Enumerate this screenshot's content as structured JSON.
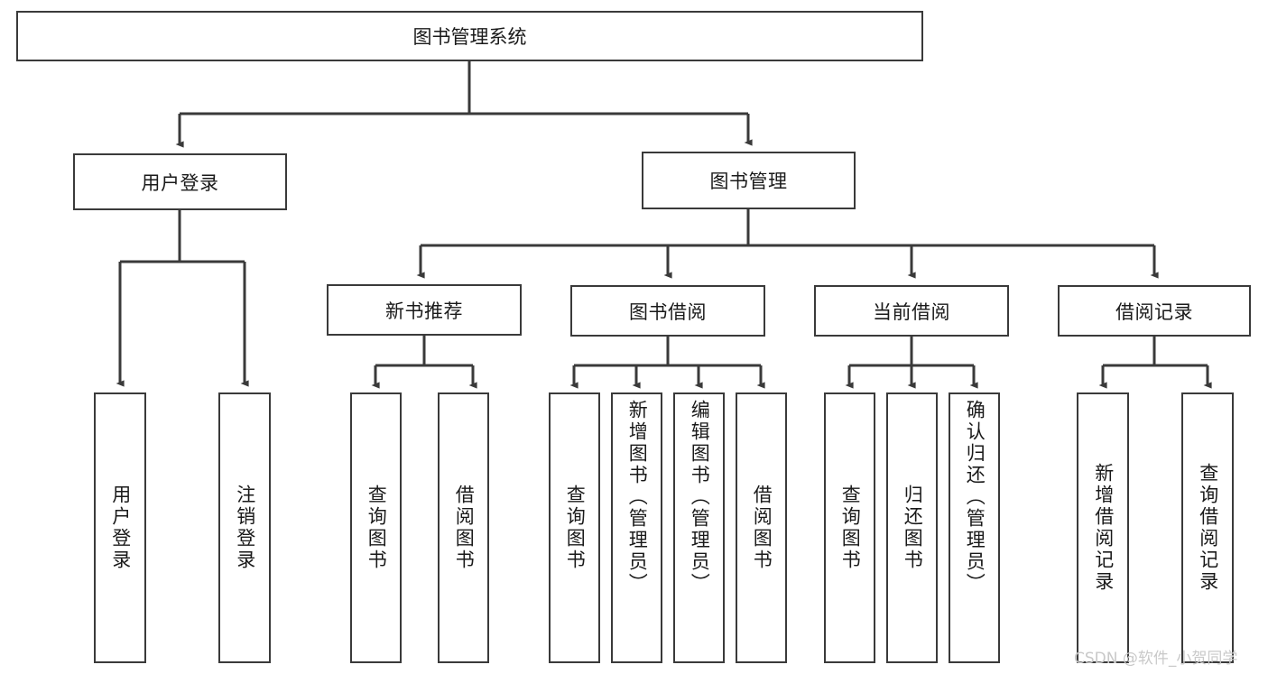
{
  "diagram": {
    "title": "图书管理系统",
    "type": "functional-structure-tree",
    "root": {
      "label": "图书管理系统"
    },
    "level2": [
      {
        "label": "用户登录"
      },
      {
        "label": "图书管理"
      }
    ],
    "level3": [
      {
        "label": "新书推荐"
      },
      {
        "label": "图书借阅"
      },
      {
        "label": "当前借阅"
      },
      {
        "label": "借阅记录"
      }
    ],
    "leaves": {
      "user_login": [
        {
          "label": "用户登录"
        },
        {
          "label": "注销登录"
        }
      ],
      "new_book_recommend": [
        {
          "label": "查询图书"
        },
        {
          "label": "借阅图书"
        }
      ],
      "book_borrow": [
        {
          "label": "查询图书"
        },
        {
          "label": "新增图书（管理员）"
        },
        {
          "label": "编辑图书（管理员）"
        },
        {
          "label": "借阅图书"
        }
      ],
      "current_borrow": [
        {
          "label": "查询图书"
        },
        {
          "label": "归还图书"
        },
        {
          "label": "确认归还（管理员）"
        }
      ],
      "borrow_record": [
        {
          "label": "新增借阅记录"
        },
        {
          "label": "查询借阅记录"
        }
      ]
    },
    "watermark": "CSDN @软件_小贺同学",
    "colors": {
      "stroke": "#3a3a3a",
      "fill": "#ffffff",
      "text": "#1a1a1a",
      "watermark": "#c9c9c9"
    }
  }
}
